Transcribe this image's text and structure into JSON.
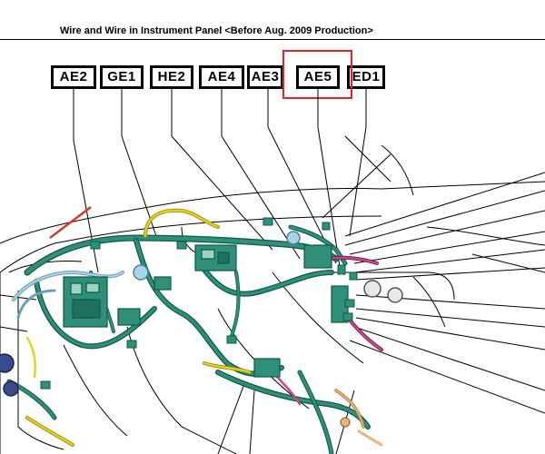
{
  "page": {
    "title": "Wire and Wire in Instrument Panel <Before Aug. 2009 Production>"
  },
  "connectors": [
    {
      "label": "AE2"
    },
    {
      "label": "GE1"
    },
    {
      "label": "HE2"
    },
    {
      "label": "AE4"
    },
    {
      "label": "AE3"
    },
    {
      "label": "AE5"
    },
    {
      "label": "ED1"
    }
  ],
  "highlight": {
    "target_label": "AE5",
    "color": "#e8202a"
  },
  "colors": {
    "harness": "#2f8f78",
    "harness_dark": "#0d5a4a",
    "wire_yellow": "#e6d31c",
    "wire_magenta": "#c2307a",
    "wire_lightblue": "#8fc0d8",
    "wire_orange": "#d9a060",
    "wire_red": "#d03a2a",
    "wire_navy": "#3a4a8a"
  }
}
